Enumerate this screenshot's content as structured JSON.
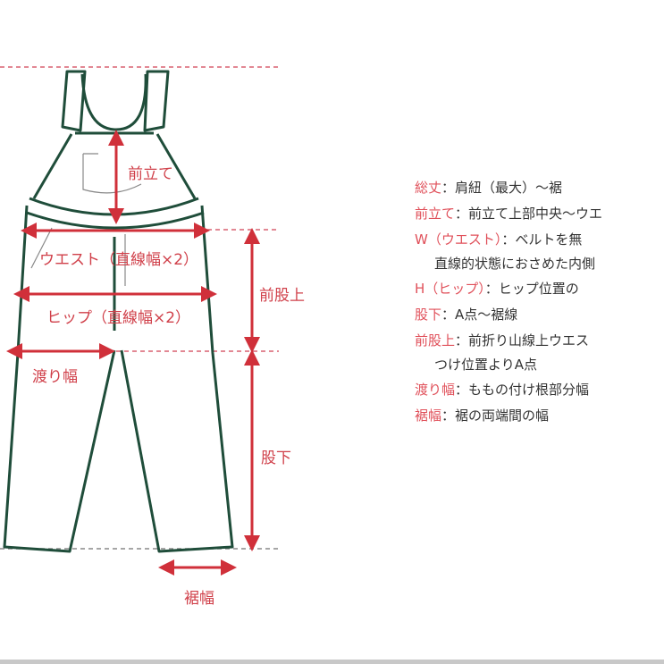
{
  "colors": {
    "garment_outline": "#1f4d3a",
    "measure_red": "#d0303a",
    "legend_key_red": "#e0505a",
    "legend_text": "#333333",
    "guide_dash": "#d86070"
  },
  "diagram": {
    "labels": {
      "front_rise_top": "前立て",
      "waist": "ウエスト（直線幅×2）",
      "hip": "ヒップ（直線幅×2）",
      "front_rise": "前股上",
      "thigh": "渡り幅",
      "inseam": "股下",
      "hem": "裾幅"
    }
  },
  "legend": {
    "rows": [
      {
        "key": "総丈",
        "sep": "：",
        "desc": "肩紐（最大）～裾"
      },
      {
        "key": "前立て",
        "sep": "：",
        "desc": "前立て上部中央～ウエ"
      },
      {
        "key": "W（ウエスト）",
        "sep": "：",
        "desc": "ベルトを無"
      },
      {
        "key": "",
        "sep": "",
        "desc": "直線的状態におさめた内側"
      },
      {
        "key": "H（ヒップ）",
        "sep": "：",
        "desc": "ヒップ位置の"
      },
      {
        "key": "股下",
        "sep": "：",
        "desc": "A点～裾線"
      },
      {
        "key": "前股上",
        "sep": "：",
        "desc": "前折り山線上ウエス"
      },
      {
        "key": "",
        "sep": "",
        "desc": "つけ位置よりA点"
      },
      {
        "key": "渡り幅",
        "sep": "：",
        "desc": "ももの付け根部分幅"
      },
      {
        "key": "裾幅",
        "sep": "：",
        "desc": "裾の両端間の幅"
      }
    ]
  }
}
